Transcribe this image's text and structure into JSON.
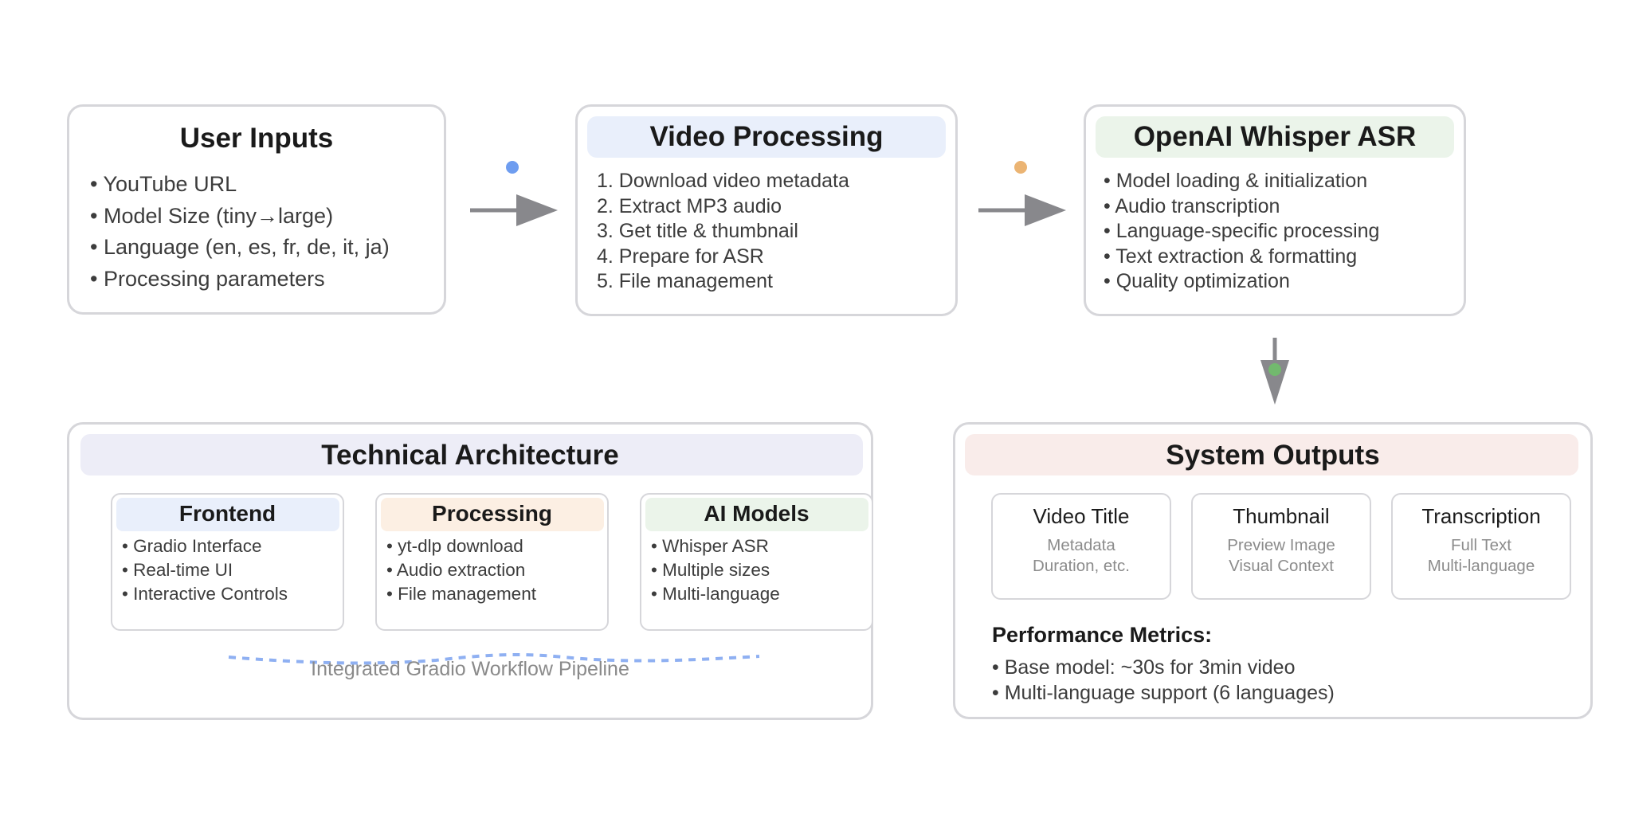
{
  "user_inputs": {
    "title": "User Inputs",
    "items": [
      "• YouTube URL",
      "• Model Size (tiny→large)",
      "• Language (en, es, fr, de, it, ja)",
      "• Processing parameters"
    ]
  },
  "video_processing": {
    "title": "Video Processing",
    "items": [
      "1. Download video metadata",
      "2. Extract MP3 audio",
      "3. Get title & thumbnail",
      "4. Prepare for ASR",
      "5. File management"
    ]
  },
  "whisper_asr": {
    "title": "OpenAI Whisper ASR",
    "items": [
      "• Model loading & initialization",
      "• Audio transcription",
      "• Language-specific processing",
      "• Text extraction & formatting",
      "• Quality optimization"
    ]
  },
  "technical_architecture": {
    "title": "Technical Architecture",
    "components": [
      {
        "title": "Frontend",
        "items": [
          "• Gradio Interface",
          "• Real-time UI",
          "• Interactive Controls"
        ]
      },
      {
        "title": "Processing",
        "items": [
          "• yt-dlp download",
          "• Audio extraction",
          "• File management"
        ]
      },
      {
        "title": "AI Models",
        "items": [
          "• Whisper ASR",
          "• Multiple sizes",
          "• Multi-language"
        ]
      }
    ],
    "pipeline_label": "Integrated Gradio Workflow Pipeline"
  },
  "system_outputs": {
    "title": "System Outputs",
    "cards": [
      {
        "title": "Video Title",
        "lines": [
          "Metadata",
          "Duration, etc."
        ]
      },
      {
        "title": "Thumbnail",
        "lines": [
          "Preview Image",
          "Visual Context"
        ]
      },
      {
        "title": "Transcription",
        "lines": [
          "Full Text",
          "Multi-language"
        ]
      }
    ],
    "metrics_title": "Performance Metrics:",
    "metrics": [
      "• Base model: ~30s for 3min video",
      "• Multi-language support (6 languages)"
    ]
  },
  "colors": {
    "border": "#d6d6da",
    "arrow": "#88888c",
    "video_header": "#e9effb",
    "whisper_header": "#ebf4ea",
    "tech_header": "#ededf7",
    "outputs_header": "#f9ecea",
    "frontend_header": "#e9effb",
    "processing_header": "#fcefe3",
    "ai_models_header": "#ebf4ea",
    "dot_blue": "#6e9df0",
    "dot_orange": "#ebb473",
    "dot_green": "#72b96e",
    "pipeline_dash": "#8fb0f2"
  }
}
